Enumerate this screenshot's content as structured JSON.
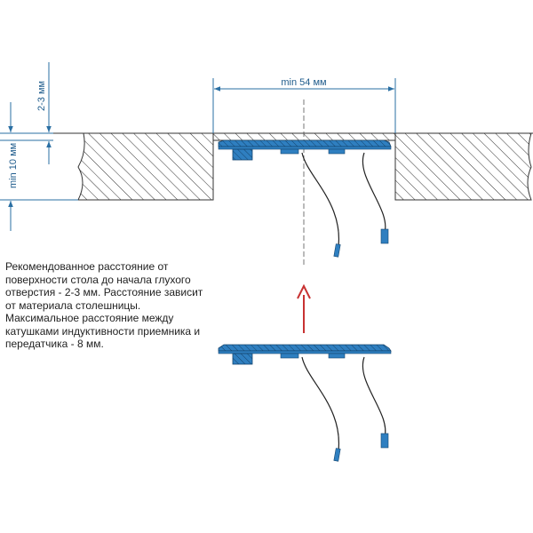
{
  "dimensions": {
    "width_label": "min 54 мм",
    "depth_label": "2-3 мм",
    "thickness_label": "min 10 мм"
  },
  "description": [
    "Рекомендованное расстояние от",
    "поверхности стола до начала глухого",
    "отверстия - 2-3 мм. Расстояние зависит",
    "от материала столешницы.",
    "Максимальное расстояние между",
    "катушками индуктивности приемника и",
    "передатчика - 8 мм."
  ],
  "colors": {
    "dimension_lines": "#2a6fa3",
    "coil_fill": "#2f7fc0",
    "arrow": "#c83232",
    "hatch": "#333333"
  }
}
